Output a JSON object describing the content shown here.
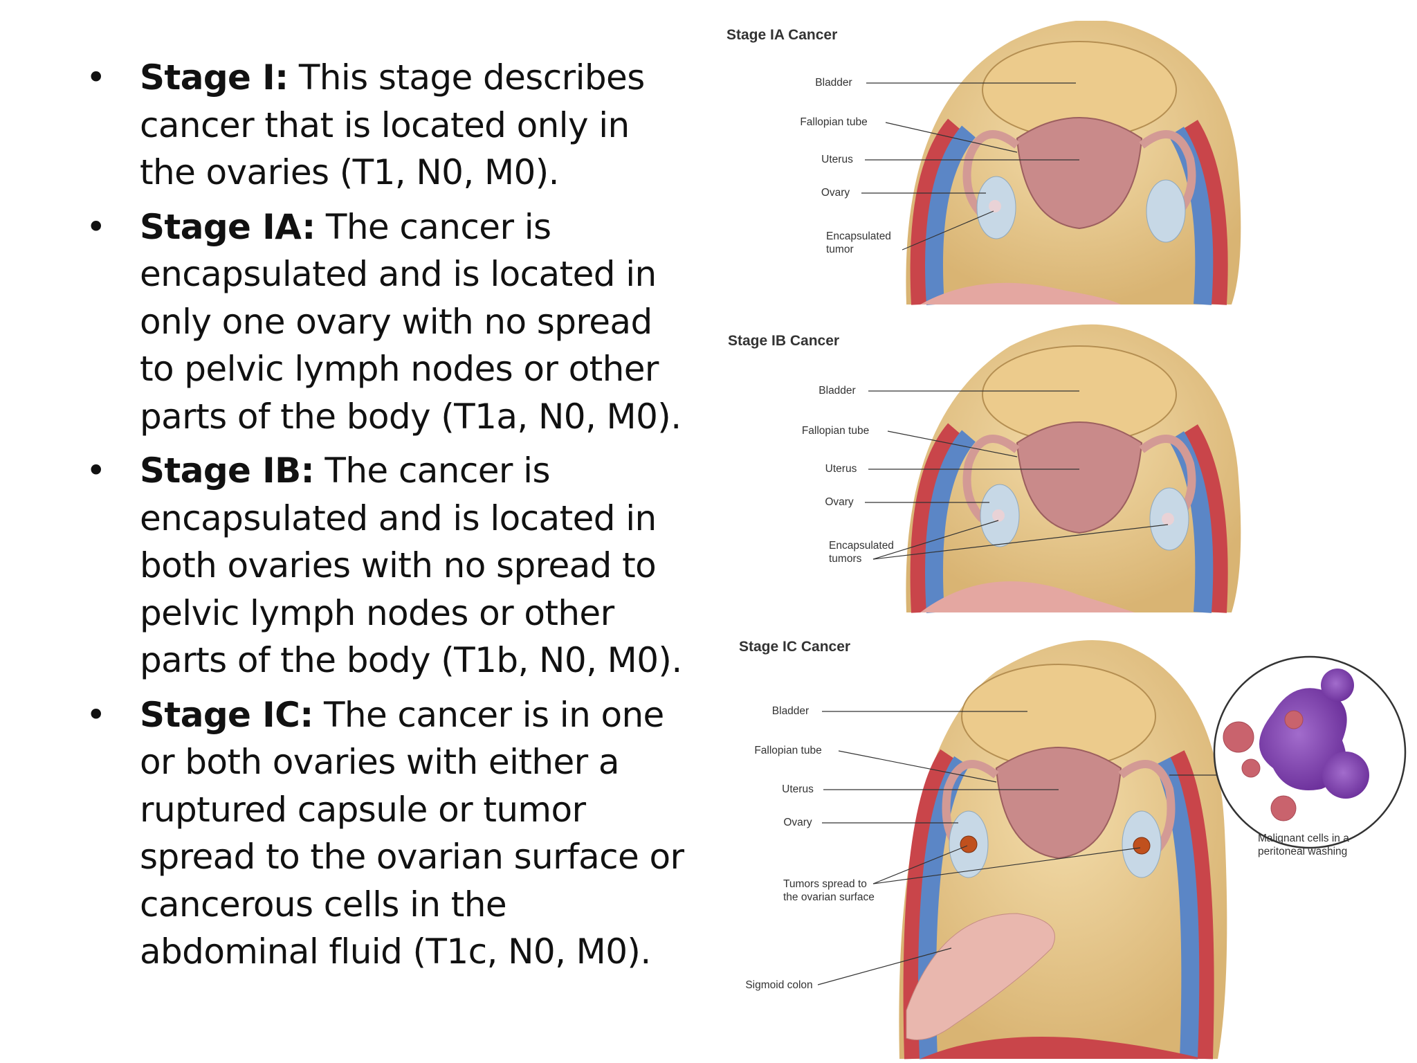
{
  "bullets": [
    {
      "lead": "Stage I:",
      "text": " This stage describes cancer that is located only in the ovaries (T1, N0, M0)."
    },
    {
      "lead": "Stage IA:",
      "text": " The cancer is encapsulated and is located in only one ovary with no spread to pelvic lymph nodes or other parts of the body (T1a, N0, M0)."
    },
    {
      "lead": "Stage IB:",
      "text": " The cancer is encapsulated and is located in both ovaries with no spread to pelvic lymph nodes or other parts of the body (T1b, N0, M0)."
    },
    {
      "lead": "Stage IC:",
      "text": " The cancer is in one or both ovaries with either a ruptured capsule or tumor spread to the ovarian surface or cancerous cells in the abdominal fluid (T1c, N0, M0)."
    }
  ],
  "bullet_glyph": "•",
  "figures": {
    "ia": {
      "title": "Stage IA Cancer",
      "labels": {
        "bladder": "Bladder",
        "fallopian": "Fallopian tube",
        "uterus": "Uterus",
        "ovary": "Ovary",
        "tumor": "Encapsulated tumor"
      }
    },
    "ib": {
      "title": "Stage IB Cancer",
      "labels": {
        "bladder": "Bladder",
        "fallopian": "Fallopian tube",
        "uterus": "Uterus",
        "ovary": "Ovary",
        "tumor": "Encapsulated tumors"
      }
    },
    "ic": {
      "title": "Stage IC Cancer",
      "labels": {
        "bladder": "Bladder",
        "fallopian": "Fallopian tube",
        "uterus": "Uterus",
        "ovary": "Ovary",
        "tumor": "Tumors spread to the ovarian surface",
        "sigmoid": "Sigmoid colon",
        "malignant": "Malignant cells in a peritoneal washing"
      }
    }
  },
  "colors": {
    "flesh": "#e8c98f",
    "uterus": "#c98a8a",
    "vessel_blue": "#5b86c6",
    "vessel_red": "#c9454a",
    "cell_purple": "#7a3fa8",
    "rbc": "#c9636d"
  }
}
